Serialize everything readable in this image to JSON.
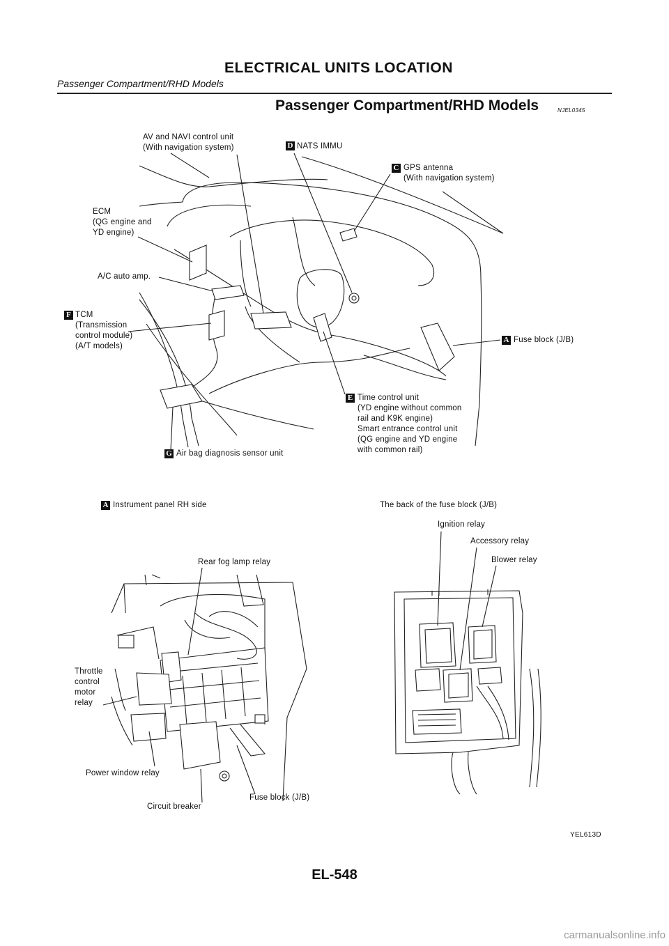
{
  "header": {
    "title": "ELECTRICAL UNITS LOCATION",
    "subtitle": "Passenger Compartment/RHD Models"
  },
  "section": {
    "title": "Passenger Compartment/RHD Models",
    "code": "NJEL0345"
  },
  "main_diagram": {
    "labels": {
      "av_navi": "AV and NAVI control unit\n(With navigation system)",
      "nats": "NATS IMMU",
      "gps": "GPS antenna\n(With navigation system)",
      "ecm": "ECM\n(QG engine and\nYD engine)",
      "ac_auto_amp": "A/C auto amp.",
      "tcm": "TCM\n(Transmission\ncontrol module)\n(A/T models)",
      "fuse_block": "Fuse block (J/B)",
      "time_control": "Time control unit\n(YD engine without common\nrail and K9K engine)\nSmart entrance control unit\n(QG engine and YD engine\nwith common rail)",
      "air_bag": "Air bag diagnosis sensor unit"
    },
    "badges": {
      "nats": "D",
      "gps": "C",
      "tcm": "F",
      "fuse_block": "A",
      "time_control": "E",
      "air_bag": "G"
    }
  },
  "left_detail": {
    "badge": "A",
    "title": "Instrument panel RH side",
    "labels": {
      "rear_fog": "Rear fog lamp relay",
      "throttle": "Throttle\ncontrol\nmotor\nrelay",
      "power_window": "Power window relay",
      "fuse_block": "Fuse block (J/B)",
      "circuit_breaker": "Circuit breaker"
    }
  },
  "right_detail": {
    "title": "The back of the fuse block (J/B)",
    "labels": {
      "ignition": "Ignition relay",
      "accessory": "Accessory relay",
      "blower": "Blower relay"
    }
  },
  "figure_code": "YEL613D",
  "page_number": "EL-548",
  "watermark": "carmanualsonline.info"
}
